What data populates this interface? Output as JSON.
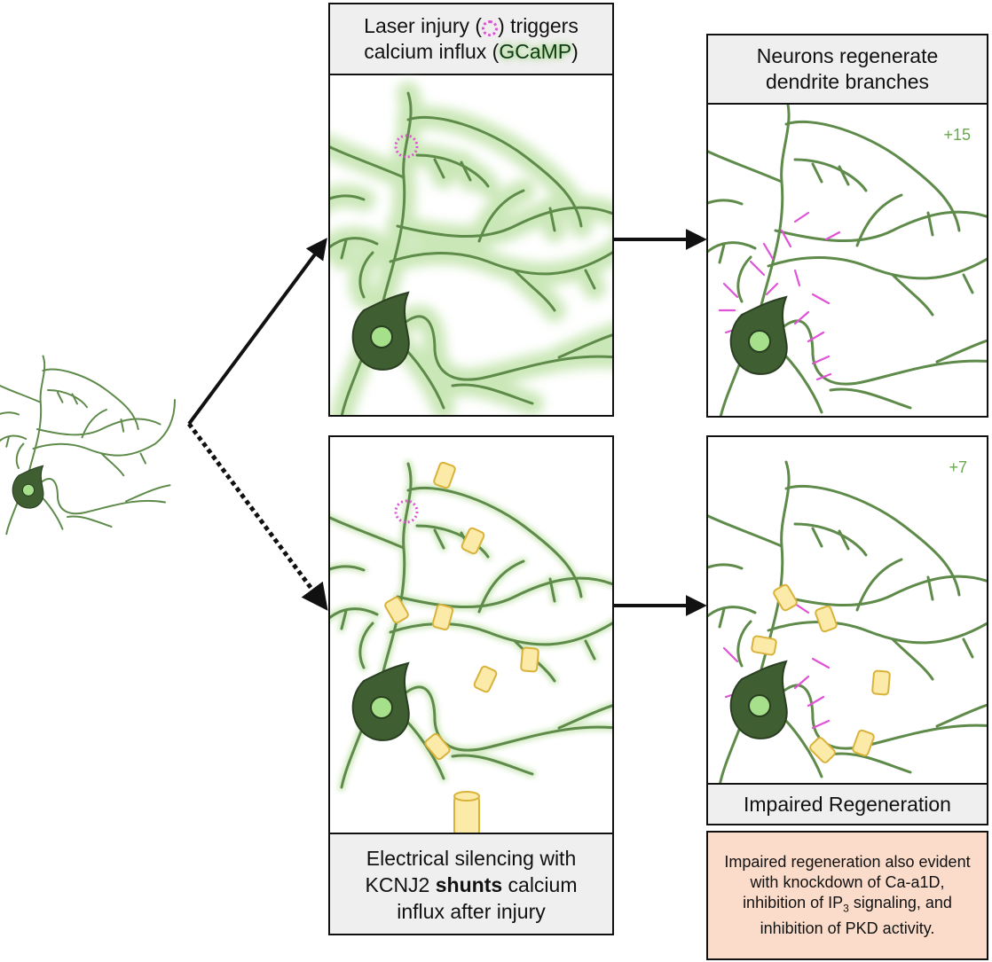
{
  "panels": {
    "injury": {
      "caption_pre": "Laser injury (",
      "caption_mid": ") triggers calcium influx (",
      "caption_gcamp": "GCaMP",
      "caption_post": ")"
    },
    "silencing": {
      "caption_pre": "Electrical silencing with KCNJ2 ",
      "caption_bold": "shunts",
      "caption_post": " calcium influx after injury"
    },
    "regenerate": {
      "caption": "Neurons regenerate dendrite branches",
      "count": "+15"
    },
    "impaired": {
      "caption": "Impaired Regeneration",
      "count": "+7",
      "note_a": "Impaired regeneration also evident with knockdown of Ca-a1D, inhibition of IP",
      "note_sub": "3",
      "note_b": " signaling, and inhibition of PKD activity."
    }
  },
  "colors": {
    "dendrite": "#5e8a4a",
    "glow": "#c8e6b4",
    "soma_outer": "#3f5e32",
    "soma_inner": "#a6e08a",
    "injury_ring": "#e052d6",
    "new_branch": "#e052d6",
    "channel_fill": "#fbeaa8",
    "channel_stroke": "#d9b23a",
    "note_bg": "#fbdccb",
    "count_text": "#6aa84f"
  }
}
